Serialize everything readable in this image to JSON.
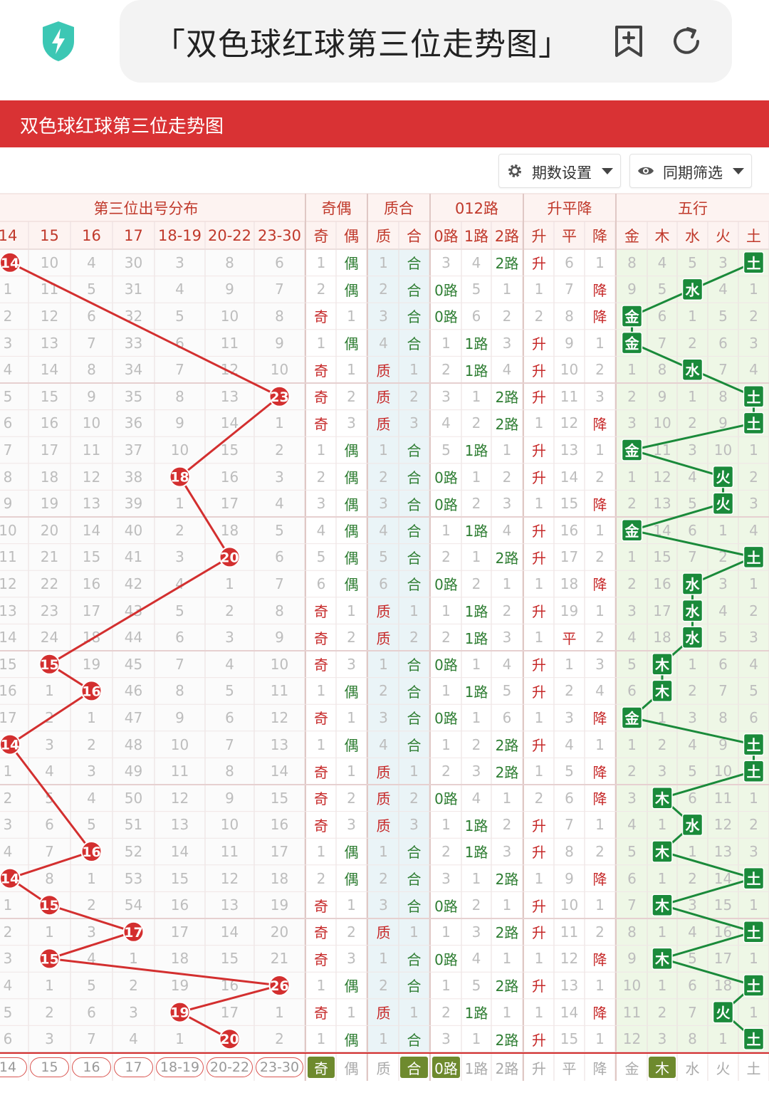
{
  "browser": {
    "url_title": "「双色球红球第三位走势图」"
  },
  "page": {
    "title": "双色球红球第三位走势图"
  },
  "toolbar": {
    "period_setting": "期数设置",
    "same_period_filter": "同期筛选"
  },
  "headers": {
    "groups": [
      "第三位出号分布",
      "奇偶",
      "质合",
      "012路",
      "升平降",
      "五行"
    ],
    "dist_cols": [
      "14",
      "15",
      "16",
      "17",
      "18-19",
      "20-22",
      "23-30"
    ],
    "oe_cols": [
      "奇",
      "偶"
    ],
    "pc_cols": [
      "质",
      "合"
    ],
    "road_cols": [
      "0路",
      "1路",
      "2路"
    ],
    "trend_cols": [
      "升",
      "平",
      "降"
    ],
    "wx_cols": [
      "金",
      "木",
      "水",
      "火",
      "土"
    ]
  },
  "rows": [
    {
      "d": [
        "14",
        "10",
        "4",
        "30",
        "3",
        "8",
        "6"
      ],
      "hit": 0,
      "hv": "14",
      "oe": [
        "1",
        "偶"
      ],
      "oeh": 1,
      "pc": [
        "1",
        "合"
      ],
      "pch": 1,
      "road": [
        "3",
        "4",
        "2路"
      ],
      "roadh": 2,
      "tr": [
        "升",
        "6",
        "1"
      ],
      "trh": 0,
      "wx": [
        "8",
        "4",
        "5",
        "3",
        "土"
      ],
      "wxh": 4
    },
    {
      "d": [
        "1",
        "11",
        "5",
        "31",
        "4",
        "9",
        "7"
      ],
      "hit": -1,
      "oe": [
        "2",
        "偶"
      ],
      "oeh": 1,
      "pc": [
        "2",
        "合"
      ],
      "pch": 1,
      "road": [
        "0路",
        "5",
        "1"
      ],
      "roadh": 0,
      "tr": [
        "1",
        "7",
        "降"
      ],
      "trh": 2,
      "wx": [
        "9",
        "5",
        "水",
        "4",
        "1"
      ],
      "wxh": 2
    },
    {
      "d": [
        "2",
        "12",
        "6",
        "32",
        "5",
        "10",
        "8"
      ],
      "hit": -1,
      "oe": [
        "奇",
        "1"
      ],
      "oeh": 0,
      "pc": [
        "3",
        "合"
      ],
      "pch": 1,
      "road": [
        "0路",
        "6",
        "2"
      ],
      "roadh": 0,
      "tr": [
        "2",
        "8",
        "降"
      ],
      "trh": 2,
      "wx": [
        "金",
        "6",
        "1",
        "5",
        "2"
      ],
      "wxh": 0
    },
    {
      "d": [
        "3",
        "13",
        "7",
        "33",
        "6",
        "11",
        "9"
      ],
      "hit": -1,
      "oe": [
        "1",
        "偶"
      ],
      "oeh": 1,
      "pc": [
        "4",
        "合"
      ],
      "pch": 1,
      "road": [
        "1",
        "1路",
        "3"
      ],
      "roadh": 1,
      "tr": [
        "升",
        "9",
        "1"
      ],
      "trh": 0,
      "wx": [
        "金",
        "7",
        "2",
        "6",
        "3"
      ],
      "wxh": 0
    },
    {
      "d": [
        "4",
        "14",
        "8",
        "34",
        "7",
        "12",
        "10"
      ],
      "hit": -1,
      "oe": [
        "奇",
        "1"
      ],
      "oeh": 0,
      "pc": [
        "质",
        "1"
      ],
      "pch": 0,
      "road": [
        "2",
        "1路",
        "4"
      ],
      "roadh": 1,
      "tr": [
        "升",
        "10",
        "2"
      ],
      "trh": 0,
      "wx": [
        "1",
        "8",
        "水",
        "7",
        "4"
      ],
      "wxh": 2
    },
    {
      "d": [
        "5",
        "15",
        "9",
        "35",
        "8",
        "13",
        "23"
      ],
      "hit": 6,
      "hv": "23",
      "oe": [
        "奇",
        "2"
      ],
      "oeh": 0,
      "pc": [
        "质",
        "2"
      ],
      "pch": 0,
      "road": [
        "3",
        "1",
        "2路"
      ],
      "roadh": 2,
      "tr": [
        "升",
        "11",
        "3"
      ],
      "trh": 0,
      "wx": [
        "2",
        "9",
        "1",
        "8",
        "土"
      ],
      "wxh": 4
    },
    {
      "d": [
        "6",
        "16",
        "10",
        "36",
        "9",
        "14",
        "1"
      ],
      "hit": -1,
      "oe": [
        "奇",
        "3"
      ],
      "oeh": 0,
      "pc": [
        "质",
        "3"
      ],
      "pch": 0,
      "road": [
        "4",
        "2",
        "2路"
      ],
      "roadh": 2,
      "tr": [
        "1",
        "12",
        "降"
      ],
      "trh": 2,
      "wx": [
        "3",
        "10",
        "2",
        "9",
        "土"
      ],
      "wxh": 4
    },
    {
      "d": [
        "7",
        "17",
        "11",
        "37",
        "10",
        "15",
        "2"
      ],
      "hit": -1,
      "oe": [
        "1",
        "偶"
      ],
      "oeh": 1,
      "pc": [
        "1",
        "合"
      ],
      "pch": 1,
      "road": [
        "5",
        "1路",
        "1"
      ],
      "roadh": 1,
      "tr": [
        "升",
        "13",
        "1"
      ],
      "trh": 0,
      "wx": [
        "金",
        "11",
        "3",
        "10",
        "1"
      ],
      "wxh": 0
    },
    {
      "d": [
        "8",
        "18",
        "12",
        "38",
        "18",
        "16",
        "3"
      ],
      "hit": 4,
      "hv": "18",
      "oe": [
        "2",
        "偶"
      ],
      "oeh": 1,
      "pc": [
        "2",
        "合"
      ],
      "pch": 1,
      "road": [
        "0路",
        "1",
        "2"
      ],
      "roadh": 0,
      "tr": [
        "升",
        "14",
        "2"
      ],
      "trh": 0,
      "wx": [
        "1",
        "12",
        "4",
        "火",
        "2"
      ],
      "wxh": 3
    },
    {
      "d": [
        "9",
        "19",
        "13",
        "39",
        "1",
        "17",
        "4"
      ],
      "hit": -1,
      "oe": [
        "3",
        "偶"
      ],
      "oeh": 1,
      "pc": [
        "3",
        "合"
      ],
      "pch": 1,
      "road": [
        "0路",
        "2",
        "3"
      ],
      "roadh": 0,
      "tr": [
        "1",
        "15",
        "降"
      ],
      "trh": 2,
      "wx": [
        "2",
        "13",
        "5",
        "火",
        "3"
      ],
      "wxh": 3
    },
    {
      "d": [
        "10",
        "20",
        "14",
        "40",
        "2",
        "18",
        "5"
      ],
      "hit": -1,
      "oe": [
        "4",
        "偶"
      ],
      "oeh": 1,
      "pc": [
        "4",
        "合"
      ],
      "pch": 1,
      "road": [
        "1",
        "1路",
        "4"
      ],
      "roadh": 1,
      "tr": [
        "升",
        "16",
        "1"
      ],
      "trh": 0,
      "wx": [
        "金",
        "14",
        "6",
        "1",
        "4"
      ],
      "wxh": 0
    },
    {
      "d": [
        "11",
        "21",
        "15",
        "41",
        "3",
        "20",
        "6"
      ],
      "hit": 5,
      "hv": "20",
      "oe": [
        "5",
        "偶"
      ],
      "oeh": 1,
      "pc": [
        "5",
        "合"
      ],
      "pch": 1,
      "road": [
        "2",
        "1",
        "2路"
      ],
      "roadh": 2,
      "tr": [
        "升",
        "17",
        "2"
      ],
      "trh": 0,
      "wx": [
        "1",
        "15",
        "7",
        "2",
        "土"
      ],
      "wxh": 4
    },
    {
      "d": [
        "12",
        "22",
        "16",
        "42",
        "4",
        "1",
        "7"
      ],
      "hit": -1,
      "oe": [
        "6",
        "偶"
      ],
      "oeh": 1,
      "pc": [
        "6",
        "合"
      ],
      "pch": 1,
      "road": [
        "0路",
        "2",
        "1"
      ],
      "roadh": 0,
      "tr": [
        "1",
        "18",
        "降"
      ],
      "trh": 2,
      "wx": [
        "2",
        "16",
        "水",
        "3",
        "1"
      ],
      "wxh": 2
    },
    {
      "d": [
        "13",
        "23",
        "17",
        "43",
        "5",
        "2",
        "8"
      ],
      "hit": -1,
      "oe": [
        "奇",
        "1"
      ],
      "oeh": 0,
      "pc": [
        "质",
        "1"
      ],
      "pch": 0,
      "road": [
        "1",
        "1路",
        "2"
      ],
      "roadh": 1,
      "tr": [
        "升",
        "19",
        "1"
      ],
      "trh": 0,
      "wx": [
        "3",
        "17",
        "水",
        "4",
        "2"
      ],
      "wxh": 2
    },
    {
      "d": [
        "14",
        "24",
        "18",
        "44",
        "6",
        "3",
        "9"
      ],
      "hit": -1,
      "oe": [
        "奇",
        "2"
      ],
      "oeh": 0,
      "pc": [
        "质",
        "2"
      ],
      "pch": 0,
      "road": [
        "2",
        "1路",
        "3"
      ],
      "roadh": 1,
      "tr": [
        "1",
        "平",
        "2"
      ],
      "trh": 1,
      "wx": [
        "4",
        "18",
        "水",
        "5",
        "3"
      ],
      "wxh": 2
    },
    {
      "d": [
        "15",
        "15",
        "19",
        "45",
        "7",
        "4",
        "10"
      ],
      "hit": 1,
      "hv": "15",
      "oe": [
        "奇",
        "3"
      ],
      "oeh": 0,
      "pc": [
        "1",
        "合"
      ],
      "pch": 1,
      "road": [
        "0路",
        "1",
        "4"
      ],
      "roadh": 0,
      "tr": [
        "升",
        "1",
        "3"
      ],
      "trh": 0,
      "wx": [
        "5",
        "木",
        "1",
        "6",
        "4"
      ],
      "wxh": 1
    },
    {
      "d": [
        "16",
        "1",
        "16",
        "46",
        "8",
        "5",
        "11"
      ],
      "hit": 2,
      "hv": "16",
      "oe": [
        "1",
        "偶"
      ],
      "oeh": 1,
      "pc": [
        "2",
        "合"
      ],
      "pch": 1,
      "road": [
        "1",
        "1路",
        "5"
      ],
      "roadh": 1,
      "tr": [
        "升",
        "2",
        "4"
      ],
      "trh": 0,
      "wx": [
        "6",
        "木",
        "2",
        "7",
        "5"
      ],
      "wxh": 1
    },
    {
      "d": [
        "17",
        "2",
        "1",
        "47",
        "9",
        "6",
        "12"
      ],
      "hit": -1,
      "oe": [
        "奇",
        "1"
      ],
      "oeh": 0,
      "pc": [
        "3",
        "合"
      ],
      "pch": 1,
      "road": [
        "0路",
        "1",
        "6"
      ],
      "roadh": 0,
      "tr": [
        "1",
        "3",
        "降"
      ],
      "trh": 2,
      "wx": [
        "金",
        "1",
        "3",
        "8",
        "6"
      ],
      "wxh": 0
    },
    {
      "d": [
        "14",
        "3",
        "2",
        "48",
        "10",
        "7",
        "13"
      ],
      "hit": 0,
      "hv": "14",
      "oe": [
        "1",
        "偶"
      ],
      "oeh": 1,
      "pc": [
        "4",
        "合"
      ],
      "pch": 1,
      "road": [
        "1",
        "2",
        "2路"
      ],
      "roadh": 2,
      "tr": [
        "升",
        "4",
        "1"
      ],
      "trh": 0,
      "wx": [
        "1",
        "2",
        "4",
        "9",
        "土"
      ],
      "wxh": 4
    },
    {
      "d": [
        "1",
        "4",
        "3",
        "49",
        "11",
        "8",
        "14"
      ],
      "hit": -1,
      "oe": [
        "奇",
        "1"
      ],
      "oeh": 0,
      "pc": [
        "质",
        "1"
      ],
      "pch": 0,
      "road": [
        "2",
        "3",
        "2路"
      ],
      "roadh": 2,
      "tr": [
        "1",
        "5",
        "降"
      ],
      "trh": 2,
      "wx": [
        "2",
        "3",
        "5",
        "10",
        "土"
      ],
      "wxh": 4
    },
    {
      "d": [
        "2",
        "5",
        "4",
        "50",
        "12",
        "9",
        "15"
      ],
      "hit": -1,
      "oe": [
        "奇",
        "2"
      ],
      "oeh": 0,
      "pc": [
        "质",
        "2"
      ],
      "pch": 0,
      "road": [
        "0路",
        "4",
        "1"
      ],
      "roadh": 0,
      "tr": [
        "2",
        "6",
        "降"
      ],
      "trh": 2,
      "wx": [
        "3",
        "木",
        "6",
        "11",
        "1"
      ],
      "wxh": 1
    },
    {
      "d": [
        "3",
        "6",
        "5",
        "51",
        "13",
        "10",
        "16"
      ],
      "hit": -1,
      "oe": [
        "奇",
        "3"
      ],
      "oeh": 0,
      "pc": [
        "质",
        "3"
      ],
      "pch": 0,
      "road": [
        "1",
        "1路",
        "2"
      ],
      "roadh": 1,
      "tr": [
        "升",
        "7",
        "1"
      ],
      "trh": 0,
      "wx": [
        "4",
        "1",
        "水",
        "12",
        "2"
      ],
      "wxh": 2
    },
    {
      "d": [
        "4",
        "7",
        "16",
        "52",
        "14",
        "11",
        "17"
      ],
      "hit": 2,
      "hv": "16",
      "oe": [
        "1",
        "偶"
      ],
      "oeh": 1,
      "pc": [
        "1",
        "合"
      ],
      "pch": 1,
      "road": [
        "2",
        "1路",
        "3"
      ],
      "roadh": 1,
      "tr": [
        "升",
        "8",
        "2"
      ],
      "trh": 0,
      "wx": [
        "5",
        "木",
        "1",
        "13",
        "3"
      ],
      "wxh": 1
    },
    {
      "d": [
        "14",
        "8",
        "1",
        "53",
        "15",
        "12",
        "18"
      ],
      "hit": 0,
      "hv": "14",
      "oe": [
        "2",
        "偶"
      ],
      "oeh": 1,
      "pc": [
        "2",
        "合"
      ],
      "pch": 1,
      "road": [
        "3",
        "1",
        "2路"
      ],
      "roadh": 2,
      "tr": [
        "1",
        "9",
        "降"
      ],
      "trh": 2,
      "wx": [
        "6",
        "1",
        "2",
        "14",
        "土"
      ],
      "wxh": 4
    },
    {
      "d": [
        "1",
        "15",
        "2",
        "54",
        "16",
        "13",
        "19"
      ],
      "hit": 1,
      "hv": "15",
      "oe": [
        "奇",
        "1"
      ],
      "oeh": 0,
      "pc": [
        "3",
        "合"
      ],
      "pch": 1,
      "road": [
        "0路",
        "2",
        "1"
      ],
      "roadh": 0,
      "tr": [
        "升",
        "10",
        "1"
      ],
      "trh": 0,
      "wx": [
        "7",
        "木",
        "3",
        "15",
        "1"
      ],
      "wxh": 1
    },
    {
      "d": [
        "2",
        "1",
        "3",
        "17",
        "17",
        "14",
        "20"
      ],
      "hit": 3,
      "hv": "17",
      "oe": [
        "奇",
        "2"
      ],
      "oeh": 0,
      "pc": [
        "质",
        "1"
      ],
      "pch": 0,
      "road": [
        "1",
        "3",
        "2路"
      ],
      "roadh": 2,
      "tr": [
        "升",
        "11",
        "2"
      ],
      "trh": 0,
      "wx": [
        "8",
        "1",
        "4",
        "16",
        "土"
      ],
      "wxh": 4
    },
    {
      "d": [
        "3",
        "15",
        "4",
        "1",
        "18",
        "15",
        "21"
      ],
      "hit": 1,
      "hv": "15",
      "oe": [
        "奇",
        "3"
      ],
      "oeh": 0,
      "pc": [
        "1",
        "合"
      ],
      "pch": 1,
      "road": [
        "0路",
        "4",
        "1"
      ],
      "roadh": 0,
      "tr": [
        "1",
        "12",
        "降"
      ],
      "trh": 2,
      "wx": [
        "9",
        "木",
        "5",
        "17",
        "1"
      ],
      "wxh": 1
    },
    {
      "d": [
        "4",
        "1",
        "5",
        "2",
        "19",
        "16",
        "26"
      ],
      "hit": 6,
      "hv": "26",
      "oe": [
        "1",
        "偶"
      ],
      "oeh": 1,
      "pc": [
        "2",
        "合"
      ],
      "pch": 1,
      "road": [
        "1",
        "5",
        "2路"
      ],
      "roadh": 2,
      "tr": [
        "升",
        "13",
        "1"
      ],
      "trh": 0,
      "wx": [
        "10",
        "1",
        "6",
        "18",
        "土"
      ],
      "wxh": 4
    },
    {
      "d": [
        "5",
        "2",
        "6",
        "3",
        "19",
        "17",
        "1"
      ],
      "hit": 4,
      "hv": "19",
      "oe": [
        "奇",
        "1"
      ],
      "oeh": 0,
      "pc": [
        "质",
        "1"
      ],
      "pch": 0,
      "road": [
        "2",
        "1路",
        "1"
      ],
      "roadh": 1,
      "tr": [
        "1",
        "14",
        "降"
      ],
      "trh": 2,
      "wx": [
        "11",
        "2",
        "7",
        "火",
        "1"
      ],
      "wxh": 3
    },
    {
      "d": [
        "6",
        "3",
        "7",
        "4",
        "1",
        "20",
        "2"
      ],
      "hit": 5,
      "hv": "20",
      "oe": [
        "1",
        "偶"
      ],
      "oeh": 1,
      "pc": [
        "1",
        "合"
      ],
      "pch": 1,
      "road": [
        "3",
        "1",
        "2路"
      ],
      "roadh": 2,
      "tr": [
        "升",
        "15",
        "1"
      ],
      "trh": 0,
      "wx": [
        "12",
        "3",
        "8",
        "1",
        "土"
      ],
      "wxh": 4
    }
  ],
  "footer": {
    "dist": [
      "14",
      "15",
      "16",
      "17",
      "18-19",
      "20-22",
      "23-30"
    ],
    "oe": [
      "奇",
      "偶"
    ],
    "oe_sel": 0,
    "pc": [
      "质",
      "合"
    ],
    "pc_sel": 1,
    "road": [
      "0路",
      "1路",
      "2路"
    ],
    "road_sel": 0,
    "trend": [
      "升",
      "平",
      "降"
    ],
    "wx": [
      "金",
      "木",
      "水",
      "火",
      "土"
    ],
    "wx_sel": 1
  },
  "colors": {
    "brand_red": "#d93234",
    "ball_red": "#d32f2f",
    "wx_green": "#1a8a3a",
    "footer_olive": "#6e8a2e",
    "header_red": "#c0392b"
  }
}
